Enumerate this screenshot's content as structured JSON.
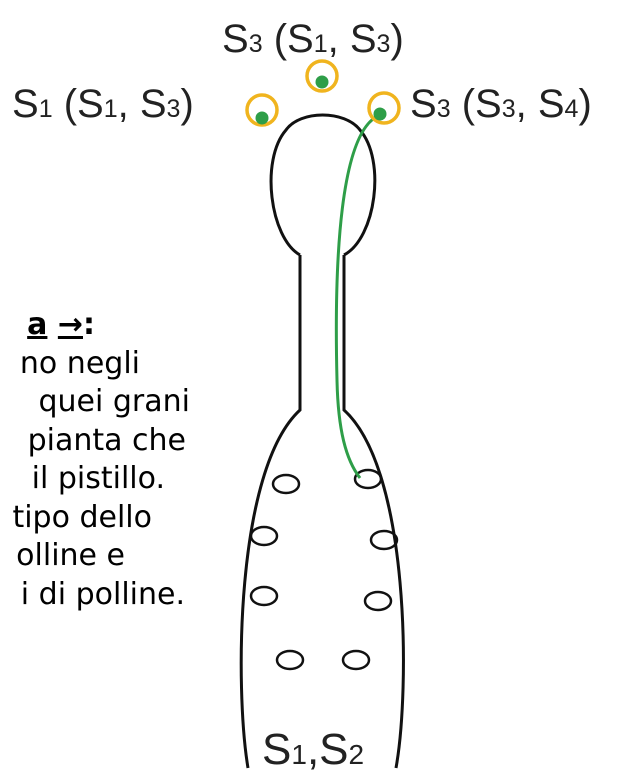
{
  "labels": {
    "top": {
      "main": "S",
      "main_sub": "3",
      "open": " (S",
      "a_sub": "1",
      "comma": ", S",
      "b_sub": "3",
      "close": ")"
    },
    "left": {
      "main": "S",
      "main_sub": "1",
      "open": " (S",
      "a_sub": "1",
      "comma": ", S",
      "b_sub": "3",
      "close": ")"
    },
    "right": {
      "main": "S",
      "main_sub": "3",
      "open": " (S",
      "a_sub": "3",
      "comma": ", S",
      "b_sub": "4",
      "close": ")"
    },
    "bottom": {
      "a": "S",
      "a_sub": "1",
      "comma": ",S",
      "b_sub": "2"
    }
  },
  "text_block": {
    "heading": "a",
    "heading_arrow": "→",
    "heading_colon": ":",
    "lines": [
      "no negli",
      "quei grani",
      "pianta che",
      "il pistillo.",
      "tipo dello",
      "olline e",
      "i di polline."
    ]
  },
  "colors": {
    "pollen_ring": "#f0b41e",
    "pollen_core": "#2e9e48",
    "pollen_tube": "#2e9e48",
    "outline": "#111111"
  }
}
